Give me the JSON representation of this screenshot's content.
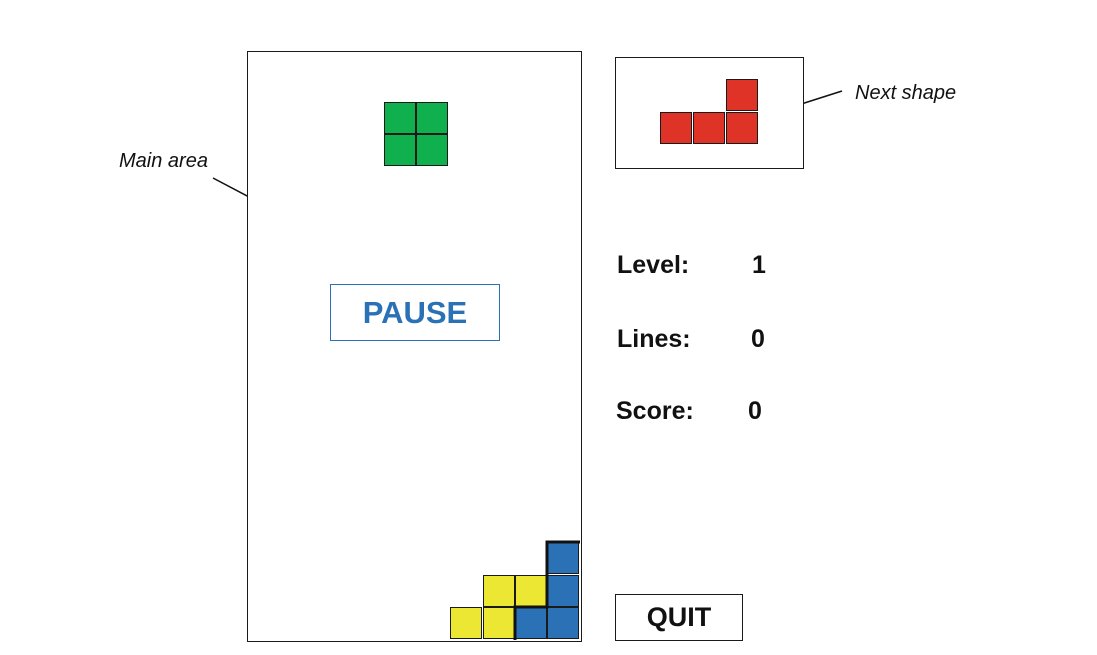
{
  "annotations": {
    "main_area": "Main area",
    "next_shape": "Next shape"
  },
  "board": {
    "pause_label": "PAUSE",
    "falling_piece": {
      "type": "O",
      "color": "#0fb04d"
    },
    "stack_colors": {
      "yellow": "#ece733",
      "blue": "#2a72b5"
    }
  },
  "next_piece": {
    "type": "L",
    "color": "#e03327"
  },
  "stats": {
    "level_label": "Level:",
    "level_value": "1",
    "lines_label": "Lines:",
    "lines_value": "0",
    "score_label": "Score:",
    "score_value": "0"
  },
  "quit_label": "QUIT"
}
